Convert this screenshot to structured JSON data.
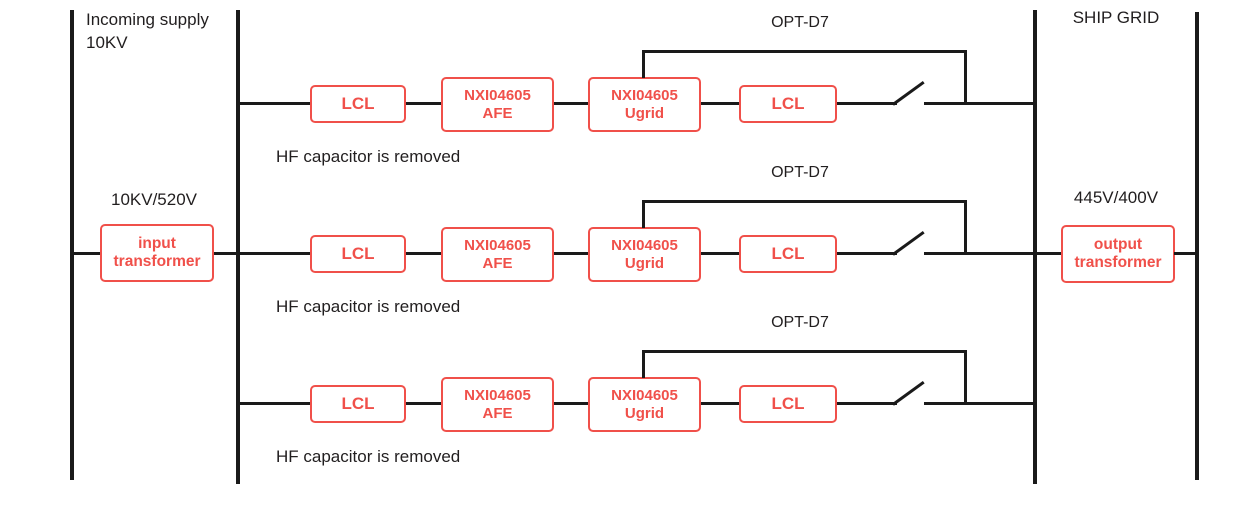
{
  "title_block": {
    "incoming_supply_line1": "Incoming supply",
    "incoming_supply_line2": "10KV",
    "ship_grid": "SHIP GRID",
    "input_ratio": "10KV/520V",
    "output_ratio": "445V/400V"
  },
  "transformers": {
    "input": {
      "line1": "input",
      "line2": "transformer"
    },
    "output": {
      "line1": "output",
      "line2": "transformer"
    }
  },
  "rows": [
    {
      "opt_label": "OPT-D7",
      "caption": "HF capacitor is removed",
      "lcl_in": "LCL",
      "afe": {
        "line1": "NXI04605",
        "line2": "AFE"
      },
      "ugrid": {
        "line1": "NXI04605",
        "line2": "Ugrid"
      },
      "lcl_out": "LCL"
    },
    {
      "opt_label": "OPT-D7",
      "caption": "HF capacitor is removed",
      "lcl_in": "LCL",
      "afe": {
        "line1": "NXI04605",
        "line2": "AFE"
      },
      "ugrid": {
        "line1": "NXI04605",
        "line2": "Ugrid"
      },
      "lcl_out": "LCL"
    },
    {
      "opt_label": "OPT-D7",
      "caption": "HF capacitor is removed",
      "lcl_in": "LCL",
      "afe": {
        "line1": "NXI04605",
        "line2": "AFE"
      },
      "ugrid": {
        "line1": "NXI04605",
        "line2": "Ugrid"
      },
      "lcl_out": "LCL"
    }
  ],
  "colors": {
    "box_red": "#f0504a",
    "line_black": "#1a1a1a",
    "text_black": "#211e1f",
    "background": "#ffffff"
  }
}
